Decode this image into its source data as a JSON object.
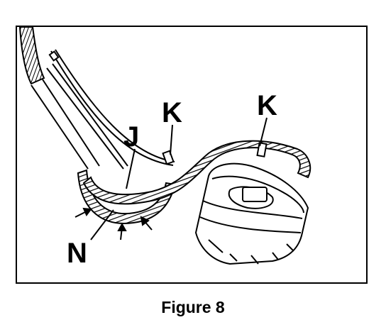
{
  "caption": "Figure 8",
  "labels": {
    "j": "J",
    "k_left": "K",
    "k_right": "K",
    "n": "N"
  },
  "colors": {
    "ink": "#000000",
    "paper": "#ffffff"
  }
}
